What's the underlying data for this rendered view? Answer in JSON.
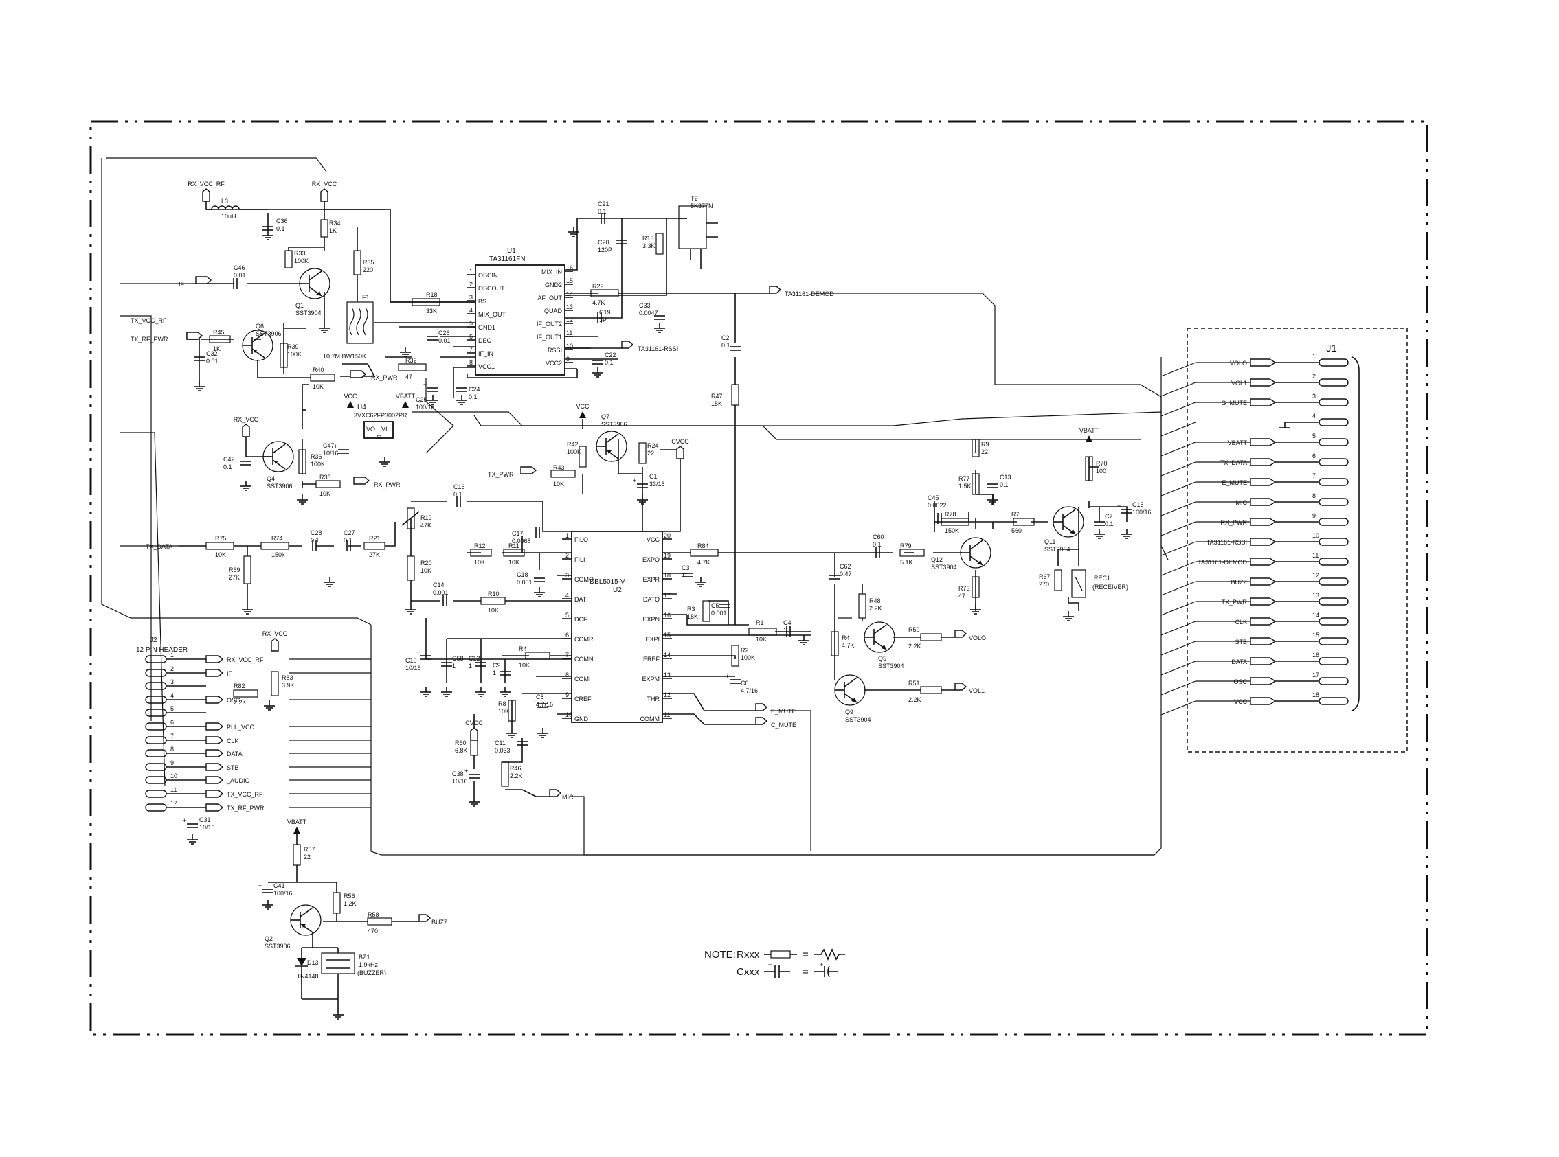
{
  "rails": {
    "rx_vcc_rf": "RX_VCC_RF",
    "rx_vcc": "RX_VCC",
    "vcc": "VCC",
    "vbatt": "VBATT",
    "cvcc": "CVCC"
  },
  "u1": {
    "ref": "U1",
    "part": "TA31161FN",
    "left_pins": [
      {
        "n": "1",
        "name": "OSCIN"
      },
      {
        "n": "2",
        "name": "OSCOUT"
      },
      {
        "n": "3",
        "name": "BS"
      },
      {
        "n": "4",
        "name": "MIX_OUT"
      },
      {
        "n": "5",
        "name": "GND1"
      },
      {
        "n": "6",
        "name": "DEC"
      },
      {
        "n": "7",
        "name": "IF_IN"
      },
      {
        "n": "8",
        "name": "VCC1"
      }
    ],
    "right_pins": [
      {
        "n": "16",
        "name": "MIX_IN"
      },
      {
        "n": "15",
        "name": "GND2"
      },
      {
        "n": "14",
        "name": "AF_OUT"
      },
      {
        "n": "13",
        "name": "QUAD"
      },
      {
        "n": "12",
        "name": "IF_OUT2"
      },
      {
        "n": "11",
        "name": "IF_OUT1"
      },
      {
        "n": "10",
        "name": "RSSI"
      },
      {
        "n": "9",
        "name": "VCC2"
      }
    ]
  },
  "u2": {
    "ref": "U2",
    "part": "DBL5015-V",
    "left_pins": [
      {
        "n": "1",
        "name": "FILO"
      },
      {
        "n": "2",
        "name": "FILI"
      },
      {
        "n": "3",
        "name": "COMO"
      },
      {
        "n": "4",
        "name": "DATI"
      },
      {
        "n": "5",
        "name": "DCF"
      },
      {
        "n": "6",
        "name": "COMR"
      },
      {
        "n": "7",
        "name": "COMN"
      },
      {
        "n": "8",
        "name": "COMI"
      },
      {
        "n": "9",
        "name": "CREF"
      },
      {
        "n": "10",
        "name": "GND"
      }
    ],
    "right_pins": [
      {
        "n": "20",
        "name": "VCC"
      },
      {
        "n": "19",
        "name": "EXPO"
      },
      {
        "n": "18",
        "name": "EXPR"
      },
      {
        "n": "17",
        "name": "DATO"
      },
      {
        "n": "16",
        "name": "EXPN"
      },
      {
        "n": "15",
        "name": "EXPI"
      },
      {
        "n": "14",
        "name": "EREF"
      },
      {
        "n": "13",
        "name": "EXPM"
      },
      {
        "n": "12",
        "name": "THR"
      },
      {
        "n": "11",
        "name": "COMM"
      }
    ]
  },
  "u4": {
    "ref": "U4",
    "part": "3VXC62FP3002PR",
    "pins": [
      "VO",
      "VI",
      "G"
    ]
  },
  "j1": {
    "ref": "J1",
    "pins": [
      {
        "n": "1",
        "signal": "VOLO"
      },
      {
        "n": "2",
        "signal": "VOL1"
      },
      {
        "n": "3",
        "signal": "G_MUTE"
      },
      {
        "n": "4",
        "signal": ""
      },
      {
        "n": "5",
        "signal": "VBATT"
      },
      {
        "n": "6",
        "signal": "TX_DATA"
      },
      {
        "n": "7",
        "signal": "E_MUTE"
      },
      {
        "n": "8",
        "signal": "MIC"
      },
      {
        "n": "9",
        "signal": "RX_PWR"
      },
      {
        "n": "10",
        "signal": "TA31161-RSSI"
      },
      {
        "n": "11",
        "signal": "TA31161-DEMOD"
      },
      {
        "n": "12",
        "signal": "BUZZ"
      },
      {
        "n": "13",
        "signal": "TX_PWR"
      },
      {
        "n": "14",
        "signal": "CLK"
      },
      {
        "n": "15",
        "signal": "STB"
      },
      {
        "n": "16",
        "signal": "DATA"
      },
      {
        "n": "17",
        "signal": "OSC"
      },
      {
        "n": "18",
        "signal": "VCC"
      }
    ]
  },
  "j2": {
    "ref": "J2",
    "title": "12 PIN HEADER",
    "pins": [
      {
        "n": "1",
        "signal": "RX_VCC_RF"
      },
      {
        "n": "2",
        "signal": "IF"
      },
      {
        "n": "3",
        "signal": ""
      },
      {
        "n": "4",
        "signal": "OSC"
      },
      {
        "n": "5",
        "signal": ""
      },
      {
        "n": "6",
        "signal": "PLL_VCC"
      },
      {
        "n": "7",
        "signal": "CLK"
      },
      {
        "n": "8",
        "signal": "DATA"
      },
      {
        "n": "9",
        "signal": "STB"
      },
      {
        "n": "10",
        "signal": "_AUDIO"
      },
      {
        "n": "11",
        "signal": "TX_VCC_RF"
      },
      {
        "n": "12",
        "signal": "TX_RF_PWR"
      }
    ]
  },
  "nets": {
    "if": "IF",
    "tx_vcc_rf": "TX_VCC_RF",
    "tx_rf_pwr": "TX_RF_PWR",
    "rx_pwr": "RX_PWR",
    "tx_pwr": "TX_PWR",
    "tx_data": "TX_DATA",
    "demod": "TA31161-DEMOD",
    "rssi": "TA31161-RSSI",
    "e_mute": "E_MUTE",
    "c_mute": "C_MUTE",
    "mic": "MIC",
    "volo": "VOLO",
    "vol1": "VOL1",
    "osc": "OSC",
    "buzz": "BUZZ"
  },
  "parts": {
    "L3": {
      "ref": "L3",
      "val": "10uH"
    },
    "C36": {
      "ref": "C36",
      "val": "0.1"
    },
    "R34": {
      "ref": "R34",
      "val": "1K"
    },
    "R33": {
      "ref": "R33",
      "val": "100K"
    },
    "R35": {
      "ref": "R35",
      "val": "220"
    },
    "C46": {
      "ref": "C46",
      "val": "0.01"
    },
    "Q1": {
      "ref": "Q1",
      "val": "SST3904"
    },
    "F1": {
      "ref": "F1",
      "val": "10.7M BW150K"
    },
    "R18": {
      "ref": "R18",
      "val": "33K"
    },
    "C26": {
      "ref": "C26",
      "val": "0.01"
    },
    "R32": {
      "ref": "R32",
      "val": "47"
    },
    "C25": {
      "ref": "C25",
      "val": "100/16"
    },
    "C24": {
      "ref": "C24",
      "val": "0.1"
    },
    "C21": {
      "ref": "C21",
      "val": "0.1"
    },
    "C20": {
      "ref": "C20",
      "val": "120P"
    },
    "R13": {
      "ref": "R13",
      "val": "3.3K"
    },
    "T2": {
      "ref": "T2",
      "val": "5K377N"
    },
    "R29": {
      "ref": "R29",
      "val": "4.7K"
    },
    "C33": {
      "ref": "C33",
      "val": "0.0047"
    },
    "C19": {
      "ref": "C19",
      "val": "3P"
    },
    "C22": {
      "ref": "C22",
      "val": "0.1"
    },
    "C2": {
      "ref": "C2",
      "val": "0.1"
    },
    "R47": {
      "ref": "R47",
      "val": "15K"
    },
    "R45": {
      "ref": "R45",
      "val": "1K"
    },
    "C32": {
      "ref": "C32",
      "val": "0.01"
    },
    "Q6": {
      "ref": "Q6",
      "val": "SST3906"
    },
    "R39": {
      "ref": "R39",
      "val": "100K"
    },
    "R40": {
      "ref": "R40",
      "val": "10K"
    },
    "C47": {
      "ref": "C47",
      "val": "10/16"
    },
    "C42": {
      "ref": "C42",
      "val": "0.1"
    },
    "Q4": {
      "ref": "Q4",
      "val": "SST3906"
    },
    "R36": {
      "ref": "R36",
      "val": "100K"
    },
    "R38": {
      "ref": "R38",
      "val": "10K"
    },
    "Q7": {
      "ref": "Q7",
      "val": "SST3906"
    },
    "R42": {
      "ref": "R42",
      "val": "100K"
    },
    "R43": {
      "ref": "R43",
      "val": "10K"
    },
    "R24": {
      "ref": "R24",
      "val": "22"
    },
    "C1": {
      "ref": "C1",
      "val": "33/16"
    },
    "C16": {
      "ref": "C16",
      "val": "0.1"
    },
    "R19": {
      "ref": "R19",
      "val": "47K"
    },
    "R20": {
      "ref": "R20",
      "val": "10K"
    },
    "C17": {
      "ref": "C17",
      "val": "0.0068"
    },
    "R12": {
      "ref": "R12",
      "val": "10K"
    },
    "R11": {
      "ref": "R11",
      "val": "10K"
    },
    "C18": {
      "ref": "C18",
      "val": "0.001"
    },
    "C14": {
      "ref": "C14",
      "val": "0.001"
    },
    "R10": {
      "ref": "R10",
      "val": "10K"
    },
    "R75": {
      "ref": "R75",
      "val": "10K"
    },
    "R69": {
      "ref": "R69",
      "val": "27K"
    },
    "R74": {
      "ref": "R74",
      "val": "150k"
    },
    "C28": {
      "ref": "C28",
      "val": "0.1"
    },
    "C27": {
      "ref": "C27",
      "val": "0.1"
    },
    "R21": {
      "ref": "R21",
      "val": "27K"
    },
    "R84": {
      "ref": "R84",
      "val": "4.7K"
    },
    "C3": {
      "ref": "C3",
      "val": "1"
    },
    "R3": {
      "ref": "R3",
      "val": "18K"
    },
    "C5": {
      "ref": "C5",
      "val": "0.001"
    },
    "R1": {
      "ref": "R1",
      "val": "10K"
    },
    "C4": {
      "ref": "C4",
      "val": "1"
    },
    "R2": {
      "ref": "R2",
      "val": "100K"
    },
    "C6": {
      "ref": "C6",
      "val": "4.7/16"
    },
    "C10": {
      "ref": "C10",
      "val": "10/16"
    },
    "C58": {
      "ref": "C58",
      "val": "1"
    },
    "C12": {
      "ref": "C12",
      "val": "1"
    },
    "C9": {
      "ref": "C9",
      "val": "1"
    },
    "R4a": {
      "ref": "R4",
      "val": "10K"
    },
    "R8": {
      "ref": "R8",
      "val": "10K"
    },
    "C8": {
      "ref": "C8",
      "val": "4.7/16"
    },
    "R60": {
      "ref": "R60",
      "val": "6.8K"
    },
    "C11": {
      "ref": "C11",
      "val": "0.033"
    },
    "C38": {
      "ref": "C38",
      "val": "10/16"
    },
    "R46": {
      "ref": "R46",
      "val": "2.2K"
    },
    "C60": {
      "ref": "C60",
      "val": "0.1"
    },
    "R79": {
      "ref": "R79",
      "val": "5.1K"
    },
    "Q12": {
      "ref": "Q12",
      "val": "SST3904"
    },
    "C45": {
      "ref": "C45",
      "val": "0.0022"
    },
    "R78": {
      "ref": "R78",
      "val": "150K"
    },
    "R77": {
      "ref": "R77",
      "val": "1.5K"
    },
    "R9": {
      "ref": "R9",
      "val": "22"
    },
    "C13": {
      "ref": "C13",
      "val": "0.1"
    },
    "R7": {
      "ref": "R7",
      "val": "560"
    },
    "R73": {
      "ref": "R73",
      "val": "47"
    },
    "Q11": {
      "ref": "Q11",
      "val": "SST3904"
    },
    "R70": {
      "ref": "R70",
      "val": "100"
    },
    "C7": {
      "ref": "C7",
      "val": "0.1"
    },
    "C15": {
      "ref": "C15",
      "val": "100/16"
    },
    "R67": {
      "ref": "R67",
      "val": "270"
    },
    "REC1": {
      "ref": "REC1",
      "val": "(RECEIVER)"
    },
    "C62": {
      "ref": "C62",
      "val": "0.47"
    },
    "R48": {
      "ref": "R48",
      "val": "2.2K"
    },
    "R4b": {
      "ref": "R4",
      "val": "4.7K"
    },
    "Q5": {
      "ref": "Q5",
      "val": "SST3904"
    },
    "R50": {
      "ref": "R50",
      "val": "2.2K"
    },
    "Q9": {
      "ref": "Q9",
      "val": "SST3904"
    },
    "R51": {
      "ref": "R51",
      "val": "2.2K"
    },
    "R83": {
      "ref": "R83",
      "val": "3.9K"
    },
    "R82": {
      "ref": "R82",
      "val": "2.2K"
    },
    "C31": {
      "ref": "C31",
      "val": "10/16"
    },
    "R57": {
      "ref": "R57",
      "val": "22"
    },
    "C41": {
      "ref": "C41",
      "val": "100/16"
    },
    "R56": {
      "ref": "R56",
      "val": "1.2K"
    },
    "Q2": {
      "ref": "Q2",
      "val": "SST3906"
    },
    "R58": {
      "ref": "R58",
      "val": "470"
    },
    "D13": {
      "ref": "D13",
      "val": "1N4148"
    },
    "BZ1": {
      "ref": "BZ1",
      "val": "1.9kHz"
    },
    "BZ1b": {
      "ref": "",
      "val": "(BUZZER)"
    }
  },
  "note": {
    "title": "NOTE:",
    "rxxx": "Rxxx",
    "cxxx": "Cxxx",
    "eq": "="
  }
}
